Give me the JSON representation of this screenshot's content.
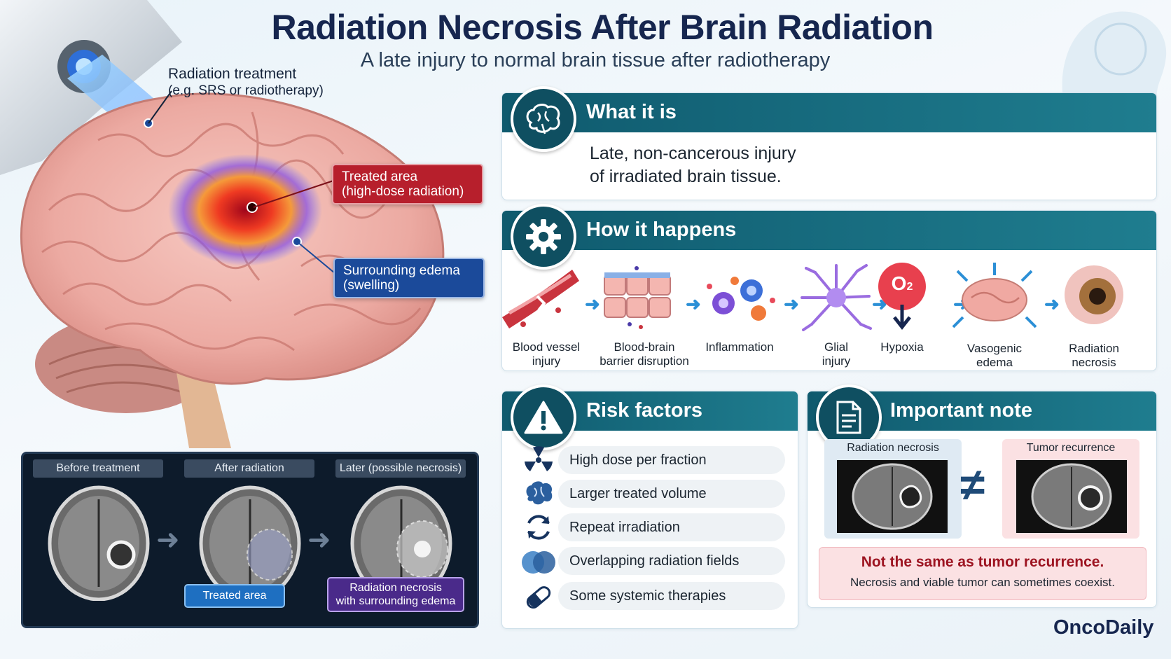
{
  "header": {
    "title": "Radiation Necrosis After Brain Radiation",
    "subtitle": "A late injury to normal brain tissue after radiotherapy"
  },
  "illustration": {
    "radiation_label_line1": "Radiation treatment",
    "radiation_label_line2": "(e.g. SRS or radiotherapy)",
    "treated_area_line1": "Treated area",
    "treated_area_line2": "(high-dose radiation)",
    "edema_line1": "Surrounding edema",
    "edema_line2": "(swelling)"
  },
  "mri_strip": {
    "stages": [
      "Before treatment",
      "After radiation",
      "Later (possible necrosis)"
    ],
    "treated_tag": "Treated area",
    "necrosis_tag_line1": "Radiation necrosis",
    "necrosis_tag_line2": "with surrounding edema"
  },
  "what_it_is": {
    "heading": "What it is",
    "line1": "Late, non-cancerous injury",
    "line2": "of irradiated brain tissue."
  },
  "how_it_happens": {
    "heading": "How it happens",
    "steps": [
      {
        "line1": "Blood vessel",
        "line2": "injury"
      },
      {
        "line1": "Blood-brain",
        "line2": "barrier disruption"
      },
      {
        "line1": "Inflammation",
        "line2": ""
      },
      {
        "line1": "Glial",
        "line2": "injury"
      },
      {
        "line1": "Hypoxia",
        "line2": ""
      },
      {
        "line1": "Vasogenic",
        "line2": "edema"
      },
      {
        "line1": "Radiation",
        "line2": "necrosis"
      }
    ],
    "o2_symbol": "O",
    "o2_sub": "2"
  },
  "risk_factors": {
    "heading": "Risk factors",
    "items": [
      "High dose per fraction",
      "Larger treated volume",
      "Repeat irradiation",
      "Overlapping radiation fields",
      "Some systemic therapies"
    ]
  },
  "important_note": {
    "heading": "Important note",
    "left_label": "Radiation necrosis",
    "right_label": "Tumor recurrence",
    "neq_symbol": "≠",
    "warning_title": "Not the same as tumor recurrence.",
    "warning_body": "Necrosis and viable tumor can sometimes coexist."
  },
  "brand": "OncoDaily",
  "colors": {
    "title": "#16264f",
    "teal_bar": "#0f5a6e",
    "treated_red": "#b71f2c",
    "edema_blue": "#1b4a9a",
    "necrosis_purple": "#4a2a8a",
    "warning_red": "#9d1421"
  }
}
